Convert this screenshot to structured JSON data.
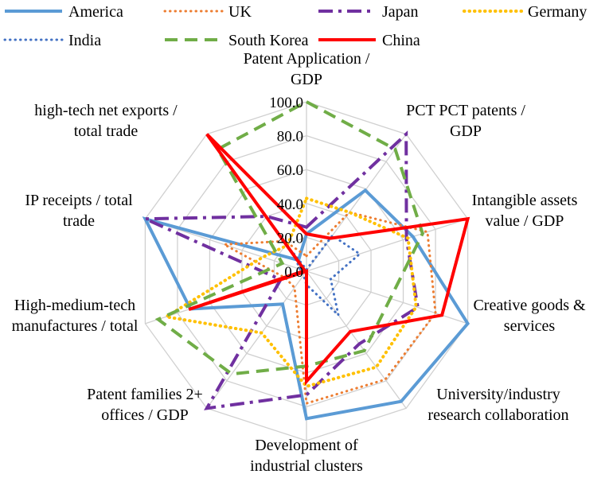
{
  "chart_data": {
    "type": "radar",
    "axes": [
      "Patent Application / GDP",
      "PCT PCT patents / GDP",
      "Intangible assets value / GDP",
      "Creative goods & services",
      "University/industry research collaboration",
      "Development of industrial clusters",
      "Patent families 2+ offices / GDP",
      "High-medium-tech manufactures / total",
      "IP receipts / total trade",
      "high-tech net exports / total trade"
    ],
    "axis_labels": [
      [
        "Patent Application /",
        "GDP"
      ],
      [
        "PCT PCT patents /",
        "GDP"
      ],
      [
        "Intangible assets",
        "value / GDP"
      ],
      [
        "Creative goods &",
        "services"
      ],
      [
        "University/industry",
        "research collaboration"
      ],
      [
        "Development of",
        "industrial clusters"
      ],
      [
        "Patent families 2+",
        "offices / GDP"
      ],
      [
        "High-medium-tech",
        "manufactures / total"
      ],
      [
        "IP receipts / total",
        "trade"
      ],
      [
        "high-tech net exports /",
        "total trade"
      ]
    ],
    "rmin": 0,
    "rmax": 100,
    "ticks": [
      "0.0",
      "20.0",
      "40.0",
      "60.0",
      "80.0",
      "100.0"
    ],
    "grid": true,
    "legend_position": "top",
    "series": [
      {
        "name": "America",
        "color": "#5b9bd5",
        "dash": "solid",
        "width": 4,
        "values": [
          22,
          59,
          66,
          100,
          95,
          87,
          24,
          72,
          100,
          8
        ]
      },
      {
        "name": "UK",
        "color": "#ed7d31",
        "dash": "dot",
        "width": 3,
        "values": [
          9,
          43,
          75,
          80,
          79,
          78,
          12,
          13,
          51,
          22
        ]
      },
      {
        "name": "Japan",
        "color": "#7030a0",
        "dash": "dashdot",
        "width": 4,
        "values": [
          26,
          100,
          62,
          69,
          53,
          73,
          100,
          16,
          100,
          40
        ]
      },
      {
        "name": "Germany",
        "color": "#ffc000",
        "dash": "dot",
        "width": 4,
        "values": [
          43,
          43,
          63,
          68,
          70,
          68,
          45,
          87,
          27,
          19
        ]
      },
      {
        "name": "India",
        "color": "#4472c4",
        "dash": "dot",
        "width": 3,
        "values": [
          1,
          26,
          33,
          15,
          32,
          8,
          3,
          3,
          4,
          14
        ]
      },
      {
        "name": "South Korea",
        "color": "#70ad47",
        "dash": "dash",
        "width": 4,
        "values": [
          100,
          89,
          72,
          52,
          58,
          56,
          75,
          92,
          15,
          89
        ]
      },
      {
        "name": "China",
        "color": "#ff0000",
        "dash": "solid",
        "width": 4,
        "values": [
          22,
          24,
          100,
          84,
          44,
          65,
          0,
          73,
          1,
          100
        ]
      }
    ]
  }
}
